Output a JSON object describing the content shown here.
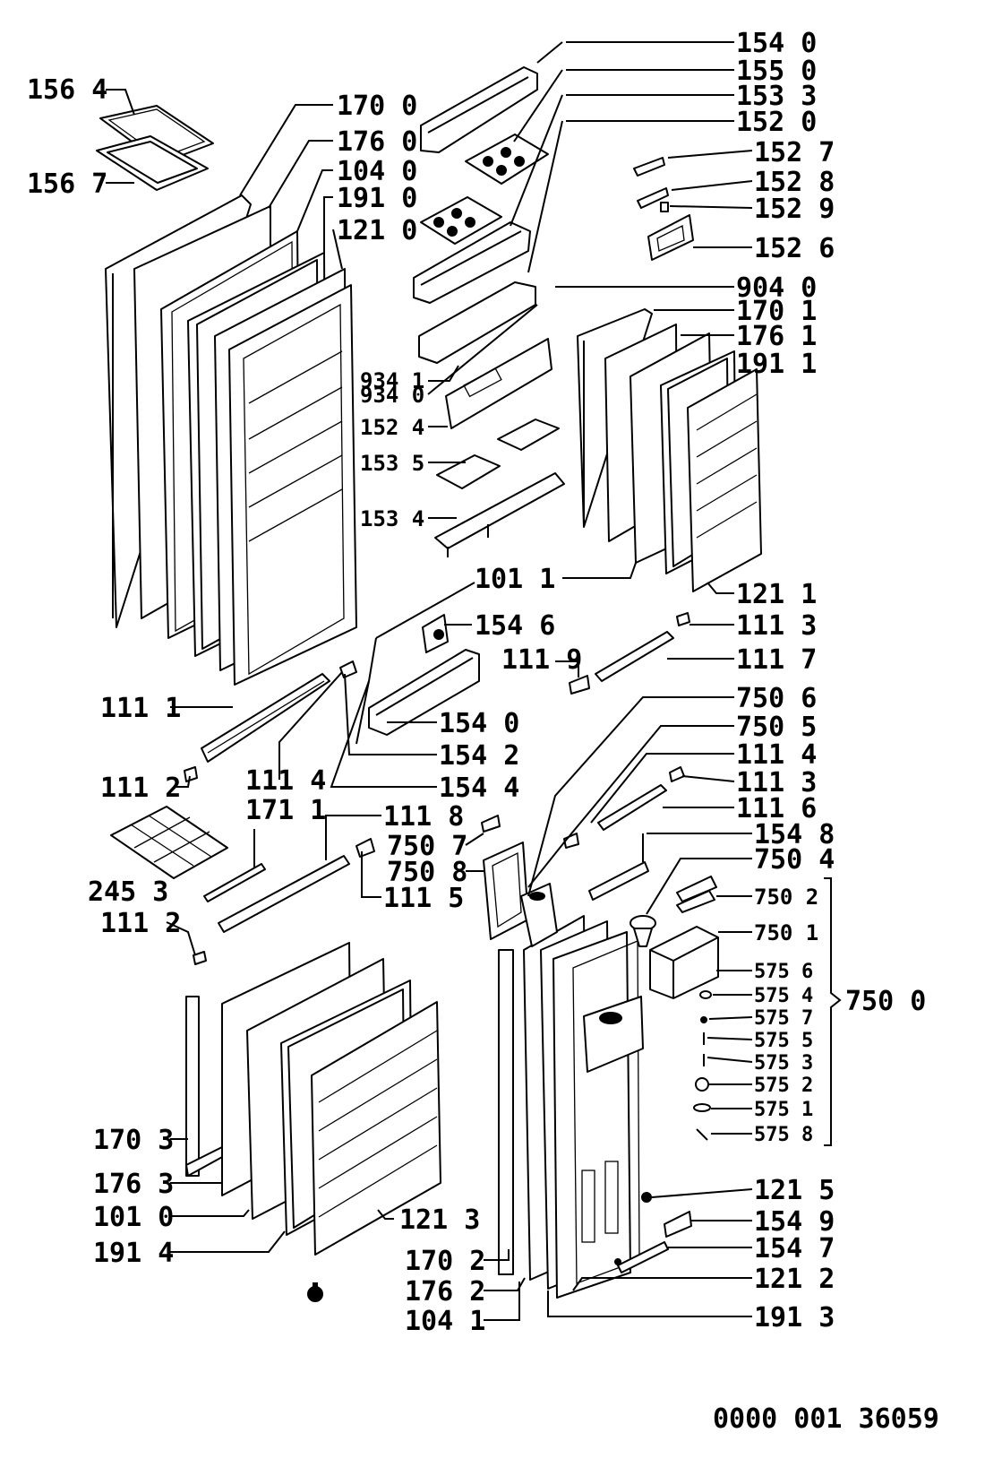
{
  "labels": {
    "l1540a": "154 0",
    "l1550": "155 0",
    "l1533": "153 3",
    "l1520": "152 0",
    "l1527": "152 7",
    "l1528": "152 8",
    "l1529": "152 9",
    "l1526": "152 6",
    "l9040": "904 0",
    "l1701": "170 1",
    "l1761": "176 1",
    "l1911": "191 1",
    "l1564": "156 4",
    "l1567": "156 7",
    "l1700": "170 0",
    "l1760": "176 0",
    "l1040": "104 0",
    "l1910": "191 0",
    "l1210": "121 0",
    "l9341": "934 1",
    "l9340": "934 0",
    "l1524": "152 4",
    "l1535": "153 5",
    "l1534": "153 4",
    "l1011": "101 1",
    "l1211": "121 1",
    "l1546": "154 6",
    "l1113a": "111 3",
    "l1119": "111 9",
    "l1117": "111 7",
    "l1111": "111 1",
    "l1540b": "154 0",
    "l1542": "154 2",
    "l1114a": "111 4",
    "l1544": "154 4",
    "l1112a": "111 2",
    "l1711": "171 1",
    "l1118": "111 8",
    "l7506": "750 6",
    "l7505": "750 5",
    "l1114b": "111 4",
    "l1113b": "111 3",
    "l1116": "111 6",
    "l7507": "750 7",
    "l7508": "750 8",
    "l1115": "111 5",
    "l1548": "154 8",
    "l7504": "750 4",
    "l2453": "245 3",
    "l1112b": "111 2",
    "l7502": "750 2",
    "l7501": "750 1",
    "l5756": "575 6",
    "l5754": "575 4",
    "l5757": "575 7",
    "l5755": "575 5",
    "l5753": "575 3",
    "l5752": "575 2",
    "l5751": "575 1",
    "l5758": "575 8",
    "l7500": "750 0",
    "l1703": "170 3",
    "l1763": "176 3",
    "l1010": "101 0",
    "l1213": "121 3",
    "l1914": "191 4",
    "l1215": "121 5",
    "l1549": "154 9",
    "l1547": "154 7",
    "l1702": "170 2",
    "l1212": "121 2",
    "l1762": "176 2",
    "l1041": "104 1",
    "l1913": "191 3",
    "docnum": "0000 001 36059"
  }
}
